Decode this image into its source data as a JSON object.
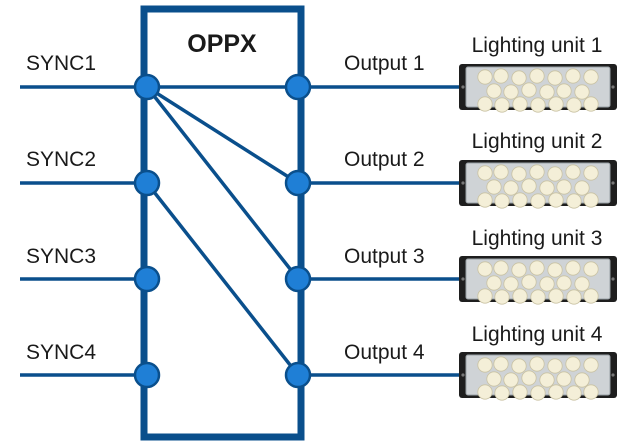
{
  "diagram": {
    "title": "OPPX",
    "inputs": [
      "SYNC1",
      "SYNC2",
      "SYNC3",
      "SYNC4"
    ],
    "outputs": [
      "Output 1",
      "Output 2",
      "Output 3",
      "Output 4"
    ],
    "units": [
      "Lighting unit 1",
      "Lighting unit 2",
      "Lighting unit 3",
      "Lighting unit 4"
    ],
    "connections": [
      [
        1,
        1
      ],
      [
        1,
        2
      ],
      [
        1,
        3
      ],
      [
        2,
        4
      ]
    ],
    "colors": {
      "line": "#0a4f8c",
      "node": "#1f7fd6",
      "node_outline": "#0a4f8c",
      "unit_body": "#1e1e1e",
      "unit_lens": "#f4efd8"
    }
  }
}
